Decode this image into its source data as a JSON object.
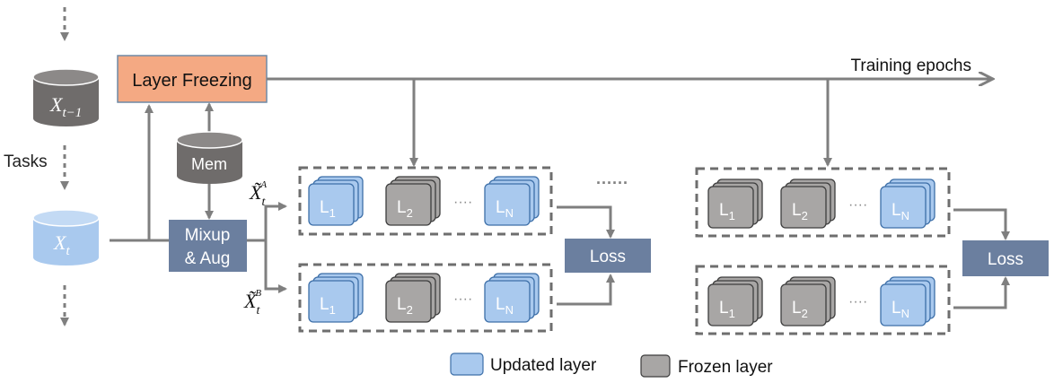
{
  "colors": {
    "arrow": "#7f7f7f",
    "dashed_border": "#6e6e6e",
    "updated_layer": "#a9c9ee",
    "updated_layer_border": "#3d6fa8",
    "frozen_layer": "#a8a6a5",
    "frozen_layer_border": "#3d3d3d",
    "layer_freezing_fill": "#f4a983",
    "layer_freezing_border": "#6f8aa6",
    "mixup_fill": "#6b7f9f",
    "loss_fill": "#6b7f9f",
    "db_dark": "#6f6c6b",
    "db_light": "#a9c9ee"
  },
  "labels": {
    "tasks": "Tasks",
    "layer_freezing": "Layer Freezing",
    "training_epochs": "Training epochs",
    "mem": "Mem",
    "mixup_line1": "Mixup",
    "mixup_line2": "& Aug",
    "loss": "Loss",
    "ellipsis": "····",
    "more_epochs": "······",
    "x_prev_base": "X",
    "x_prev_sub": "t−1",
    "x_t_base": "X",
    "x_t_sub": "t",
    "xa_base": "X̃",
    "xa_sub": "t",
    "xa_sup": "A",
    "xb_base": "X̃",
    "xb_sub": "t",
    "xb_sup": "B",
    "L": "L",
    "sub_1": "1",
    "sub_2": "2",
    "sub_N": "N"
  },
  "legend": {
    "updated": "Updated layer",
    "frozen": "Frozen layer"
  }
}
